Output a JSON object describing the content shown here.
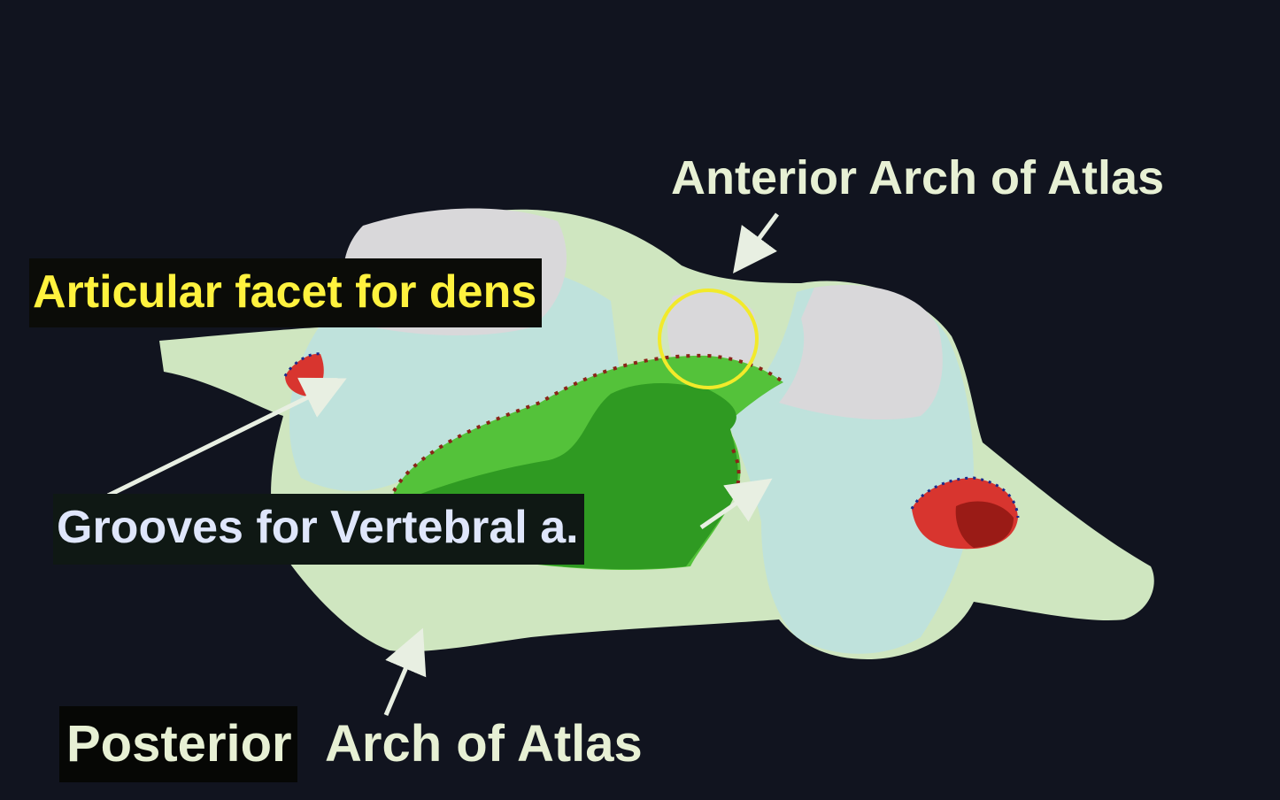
{
  "labels": {
    "anterior_arch": "Anterior Arch of Atlas",
    "articular_facet": "Articular facet for dens",
    "grooves": "Grooves for Vertebral a.",
    "posterior_word": "Posterior",
    "posterior_rest": "Arch of Atlas"
  },
  "colors": {
    "background": "#11141f",
    "arch_bone": "#cfe6c0",
    "lateral_mass": "#bfe2dc",
    "articular_surface": "#d9d8da",
    "vertebral_foramen_outer": "#54c23a",
    "vertebral_foramen_inner": "#2f9a22",
    "transverse_foramen": "#d8352f",
    "dens_circle": "#f2ea2a",
    "arrow": "#e8efe2",
    "label_anterior": "#e7f0d4",
    "label_articular": "#fff23e",
    "label_grooves": "#dfe6fb"
  }
}
